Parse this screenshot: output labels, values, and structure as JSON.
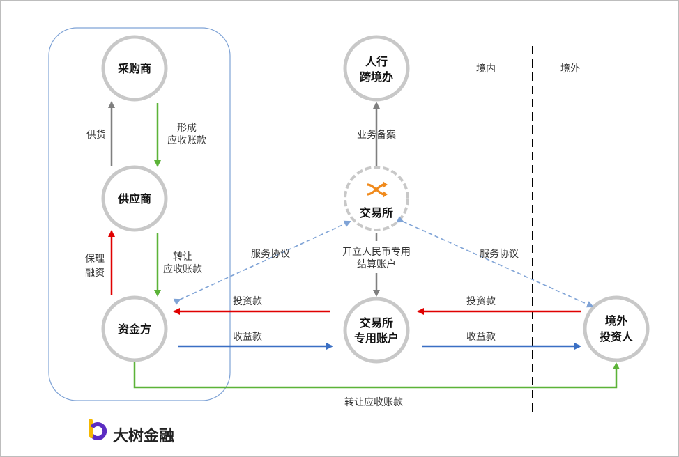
{
  "nodes": {
    "purchaser": {
      "label": "采购商"
    },
    "supplier": {
      "label": "供应商"
    },
    "funder": {
      "label": "资金方"
    },
    "pboc": {
      "line1": "人行",
      "line2": "跨境办"
    },
    "exchange": {
      "label": "交易所"
    },
    "exchange_account": {
      "line1": "交易所",
      "line2": "专用账户"
    },
    "overseas_investor": {
      "line1": "境外",
      "line2": "投资人"
    }
  },
  "edges": {
    "supply": {
      "label": "供货"
    },
    "receivable_formed": {
      "line1": "形成",
      "line2": "应收账款"
    },
    "factoring": {
      "line1": "保理",
      "line2": "融资"
    },
    "transfer_receivable": {
      "line1": "转让",
      "line2": "应收账款"
    },
    "filing": {
      "label": "业务备案"
    },
    "service_agreement_left": {
      "label": "服务协议"
    },
    "service_agreement_right": {
      "label": "服务协议"
    },
    "open_account": {
      "line1": "开立人民币专用",
      "line2": "结算账户"
    },
    "investment_left": {
      "label": "投资款"
    },
    "investment_right": {
      "label": "投资款"
    },
    "income_left": {
      "label": "收益款"
    },
    "income_right": {
      "label": "收益款"
    },
    "transfer_bottom": {
      "label": "转让应收账款"
    }
  },
  "regions": {
    "domestic": "境内",
    "overseas": "境外"
  },
  "logo": {
    "text": "大树金融"
  },
  "colors": {
    "red": "#e00000",
    "blue": "#3a6fc4",
    "green": "#5cb338",
    "gray": "#7f7f7f",
    "dashed_blue": "#7fa3d6",
    "orange": "#f08a1c",
    "group_border": "#7fa3d6",
    "logo_yellow": "#f5b800",
    "logo_purple": "#5b2cc2"
  }
}
